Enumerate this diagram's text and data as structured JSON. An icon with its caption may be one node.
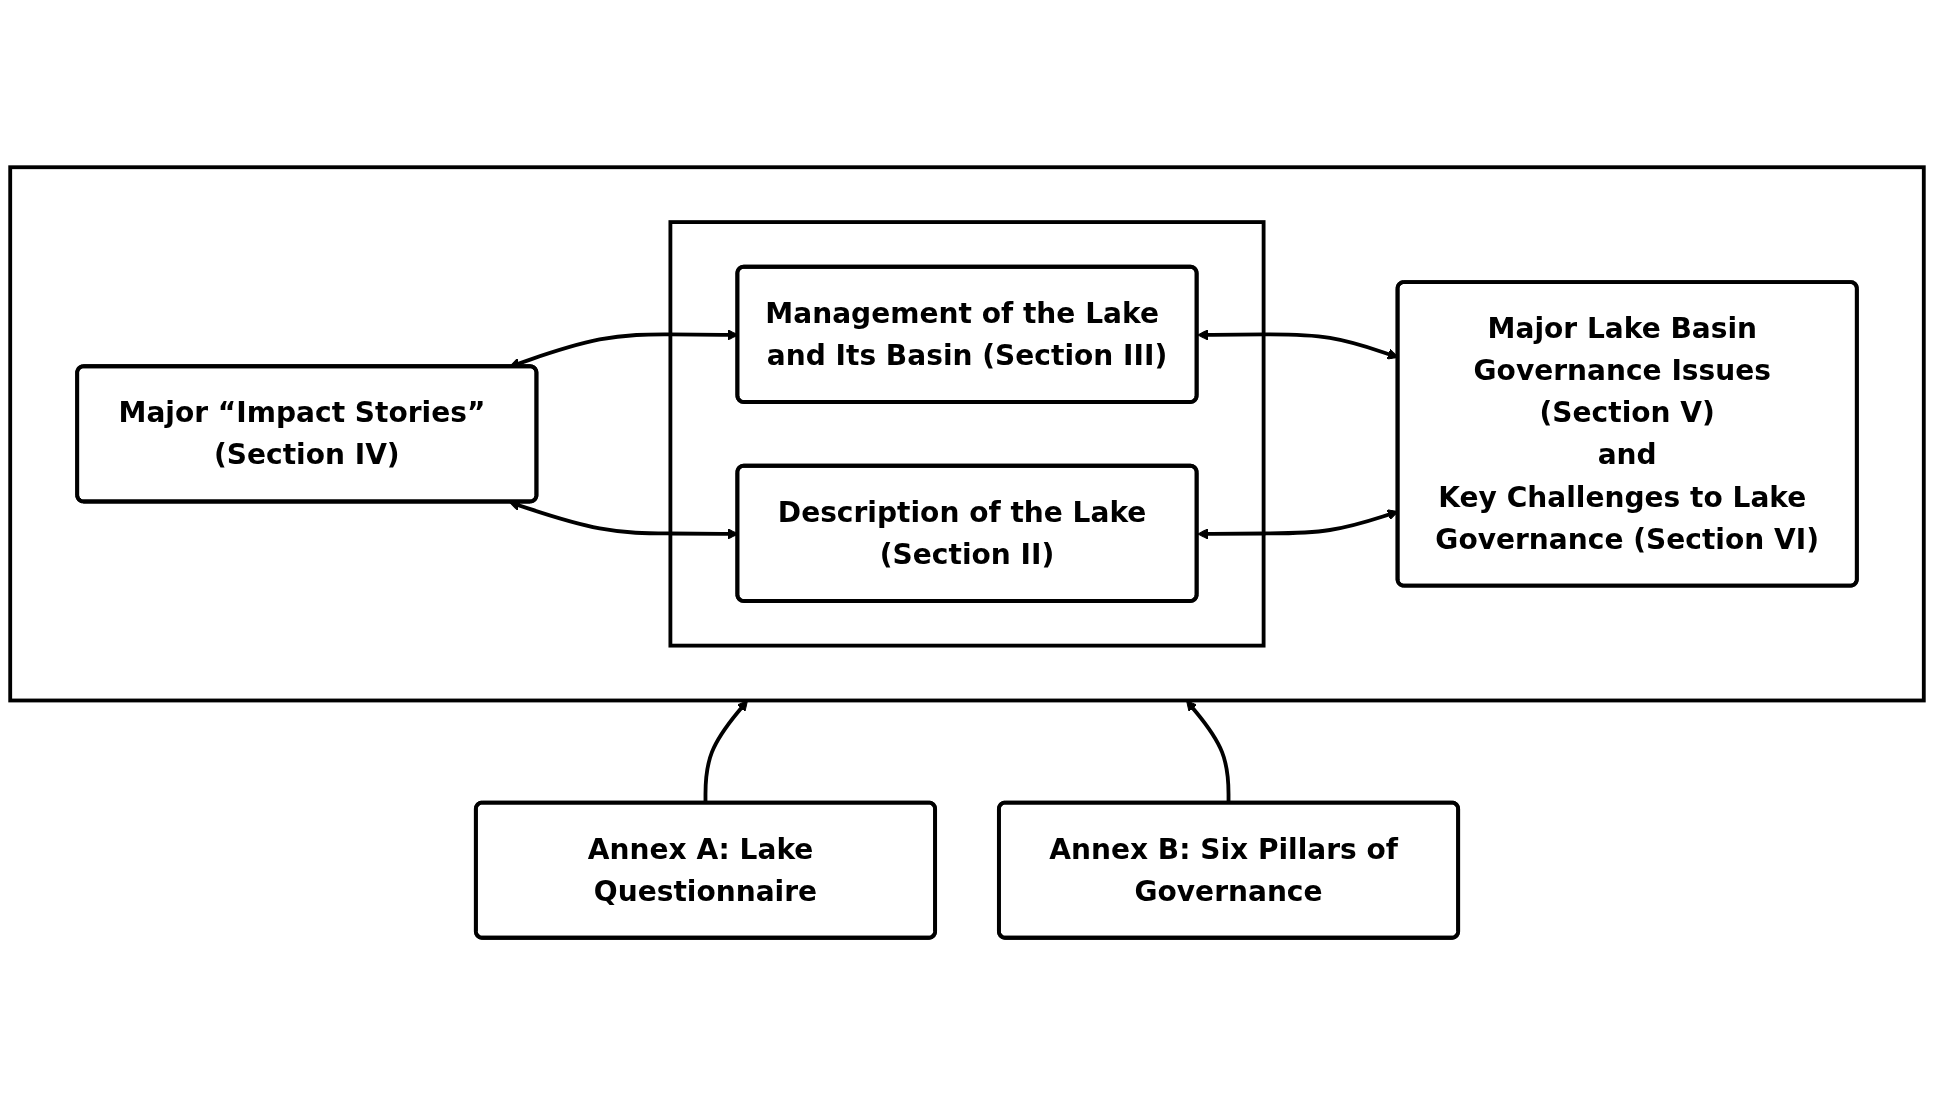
{
  "diagram": {
    "nodes": [
      {
        "text": [],
        "shape": "box"
      },
      {
        "text": [
          "Major “Impact Stories” (Section IV)"
        ],
        "in": 0
      },
      {
        "text": [],
        "shape": "box",
        "in": 0
      },
      {
        "text": [
          "Management of the Lake and Its Basin (Section III)"
        ],
        "in": 2
      },
      {
        "text": [
          "Description of the Lake (Section II)"
        ],
        "in": 2
      },
      {
        "text": [
          "Major Lake Basin Governance Issues (Section V)",
          "and",
          "Key Challenges to Lake Governance (Section VI)"
        ],
        "in": 0
      },
      {
        "text": [
          "Annex A: Lake Questionnaire"
        ]
      },
      {
        "text": [
          "Annex B: Six Pillars of Governance"
        ]
      }
    ],
    "edges": [
      {
        "from": 1,
        "to": 3,
        "arrow": "both"
      },
      {
        "from": 1,
        "to": 4,
        "arrow": "both"
      },
      {
        "from": 3,
        "to": 5,
        "arrow": "both"
      },
      {
        "from": 4,
        "to": 5,
        "arrow": "both"
      },
      {
        "from": 6,
        "to": 0,
        "arrow": "to"
      },
      {
        "from": 7,
        "to": 0,
        "arrow": "to"
      }
    ]
  }
}
